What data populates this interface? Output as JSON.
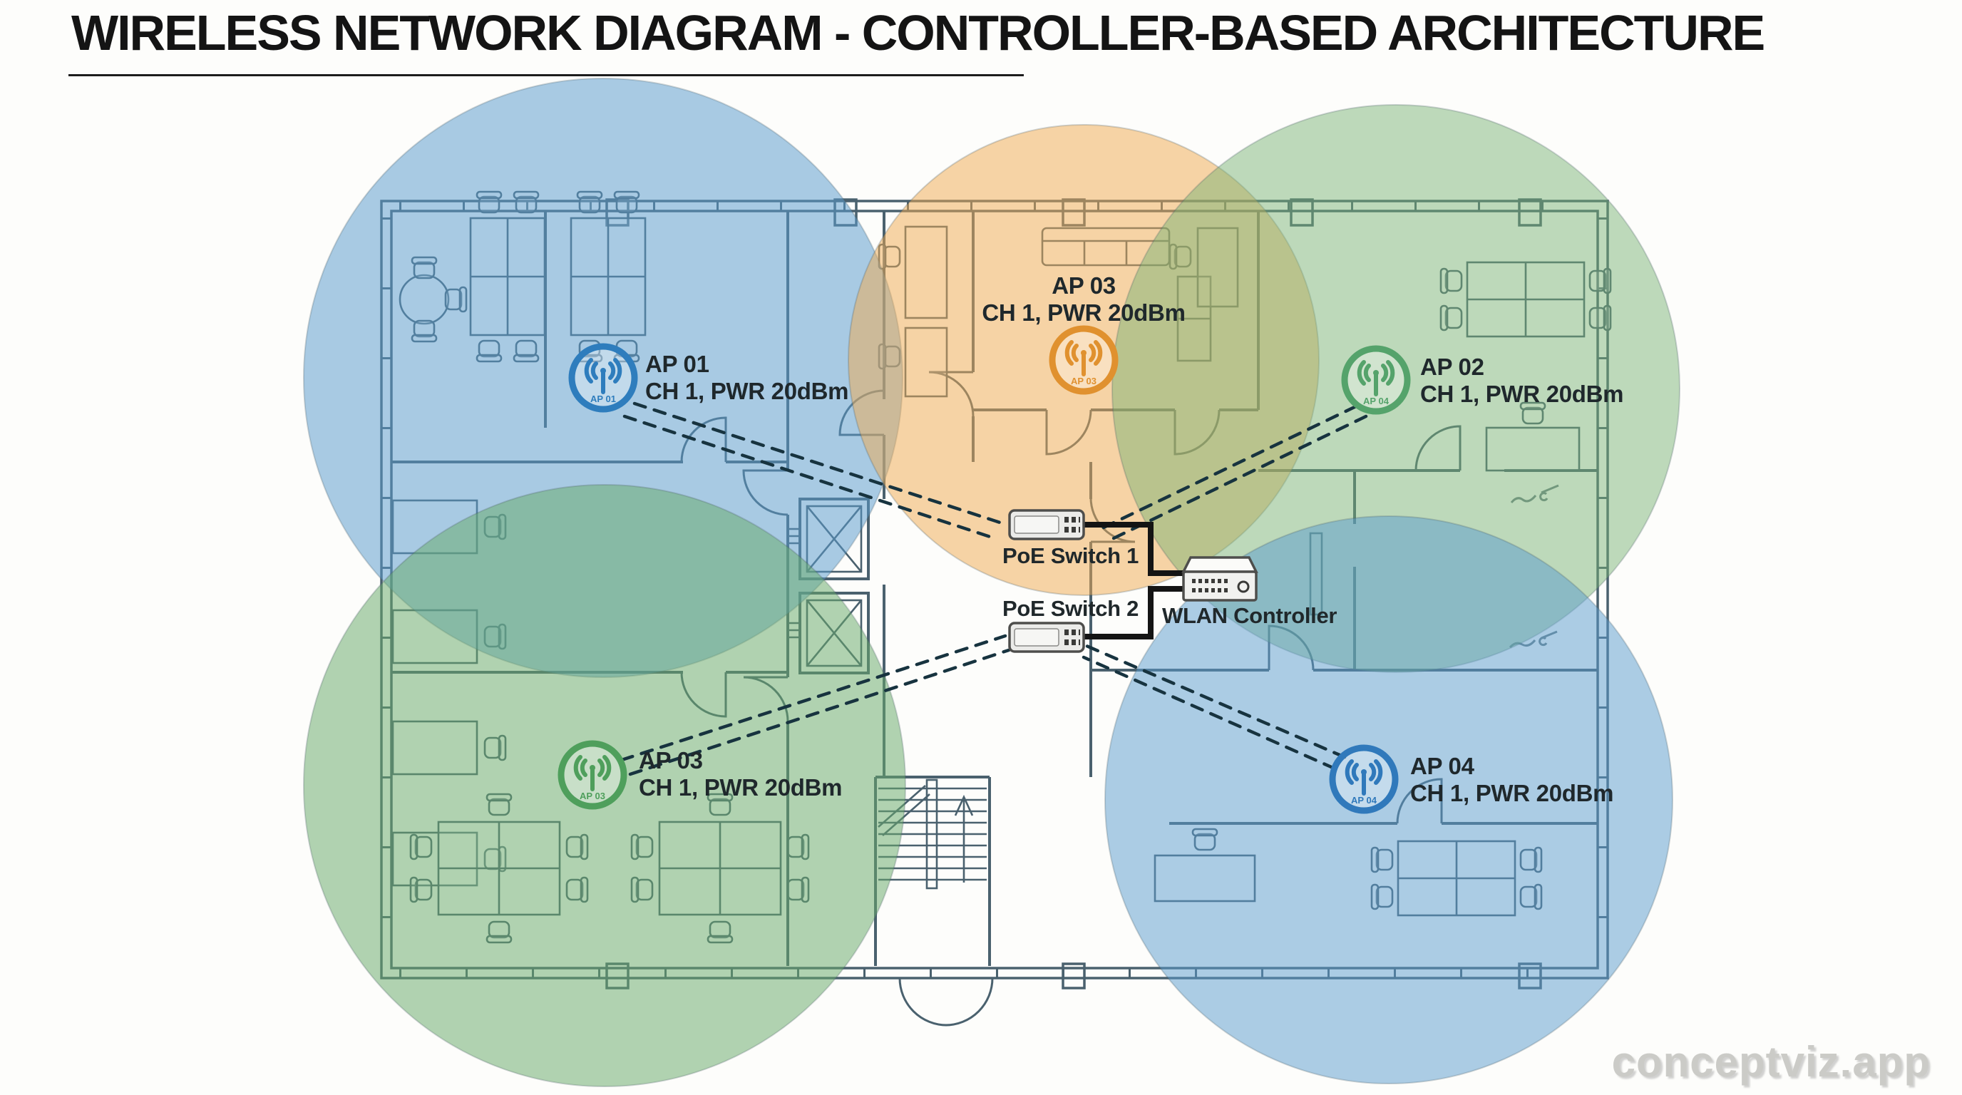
{
  "title": "WIRELESS NETWORK DIAGRAM - CONTROLLER-BASED ARCHITECTURE",
  "watermark": "conceptviz.app",
  "access_points": [
    {
      "name": "AP 01",
      "details": "CH 1, PWR 20dBm",
      "icon_label": "AP 01",
      "channel": "CH 1",
      "power": "PWR 20dBm",
      "color": "#2e7dbd",
      "coverage": "rgba(90,156,206,0.52)"
    },
    {
      "name": "AP 03",
      "details": "CH 1, PWR 20dBm",
      "icon_label": "AP 03",
      "channel": "CH 1",
      "power": "PWR 20dBm",
      "color": "#e0912f",
      "coverage": "rgba(240,170,80,0.50)"
    },
    {
      "name": "AP 02",
      "details": "CH 1, PWR 20dBm",
      "icon_label": "AP 04",
      "channel": "CH 1",
      "power": "PWR 20dBm",
      "color": "#55a36b",
      "coverage": "rgba(120,178,115,0.48)"
    },
    {
      "name": "AP 03",
      "details": "CH 1, PWR 20dBm",
      "icon_label": "AP 03",
      "channel": "CH 1",
      "power": "PWR 20dBm",
      "color": "#4f9f5c",
      "coverage": "rgba(105,170,108,0.52)"
    },
    {
      "name": "AP 04",
      "details": "CH 1, PWR 20dBm",
      "icon_label": "AP 04",
      "channel": "CH 1",
      "power": "PWR 20dBm",
      "color": "#3079bb",
      "coverage": "rgba(90,156,206,0.50)"
    }
  ],
  "devices": {
    "switch1": {
      "label": "PoE Switch 1"
    },
    "switch2": {
      "label": "PoE Switch 2"
    },
    "controller": {
      "label": "WLAN Controller"
    }
  }
}
